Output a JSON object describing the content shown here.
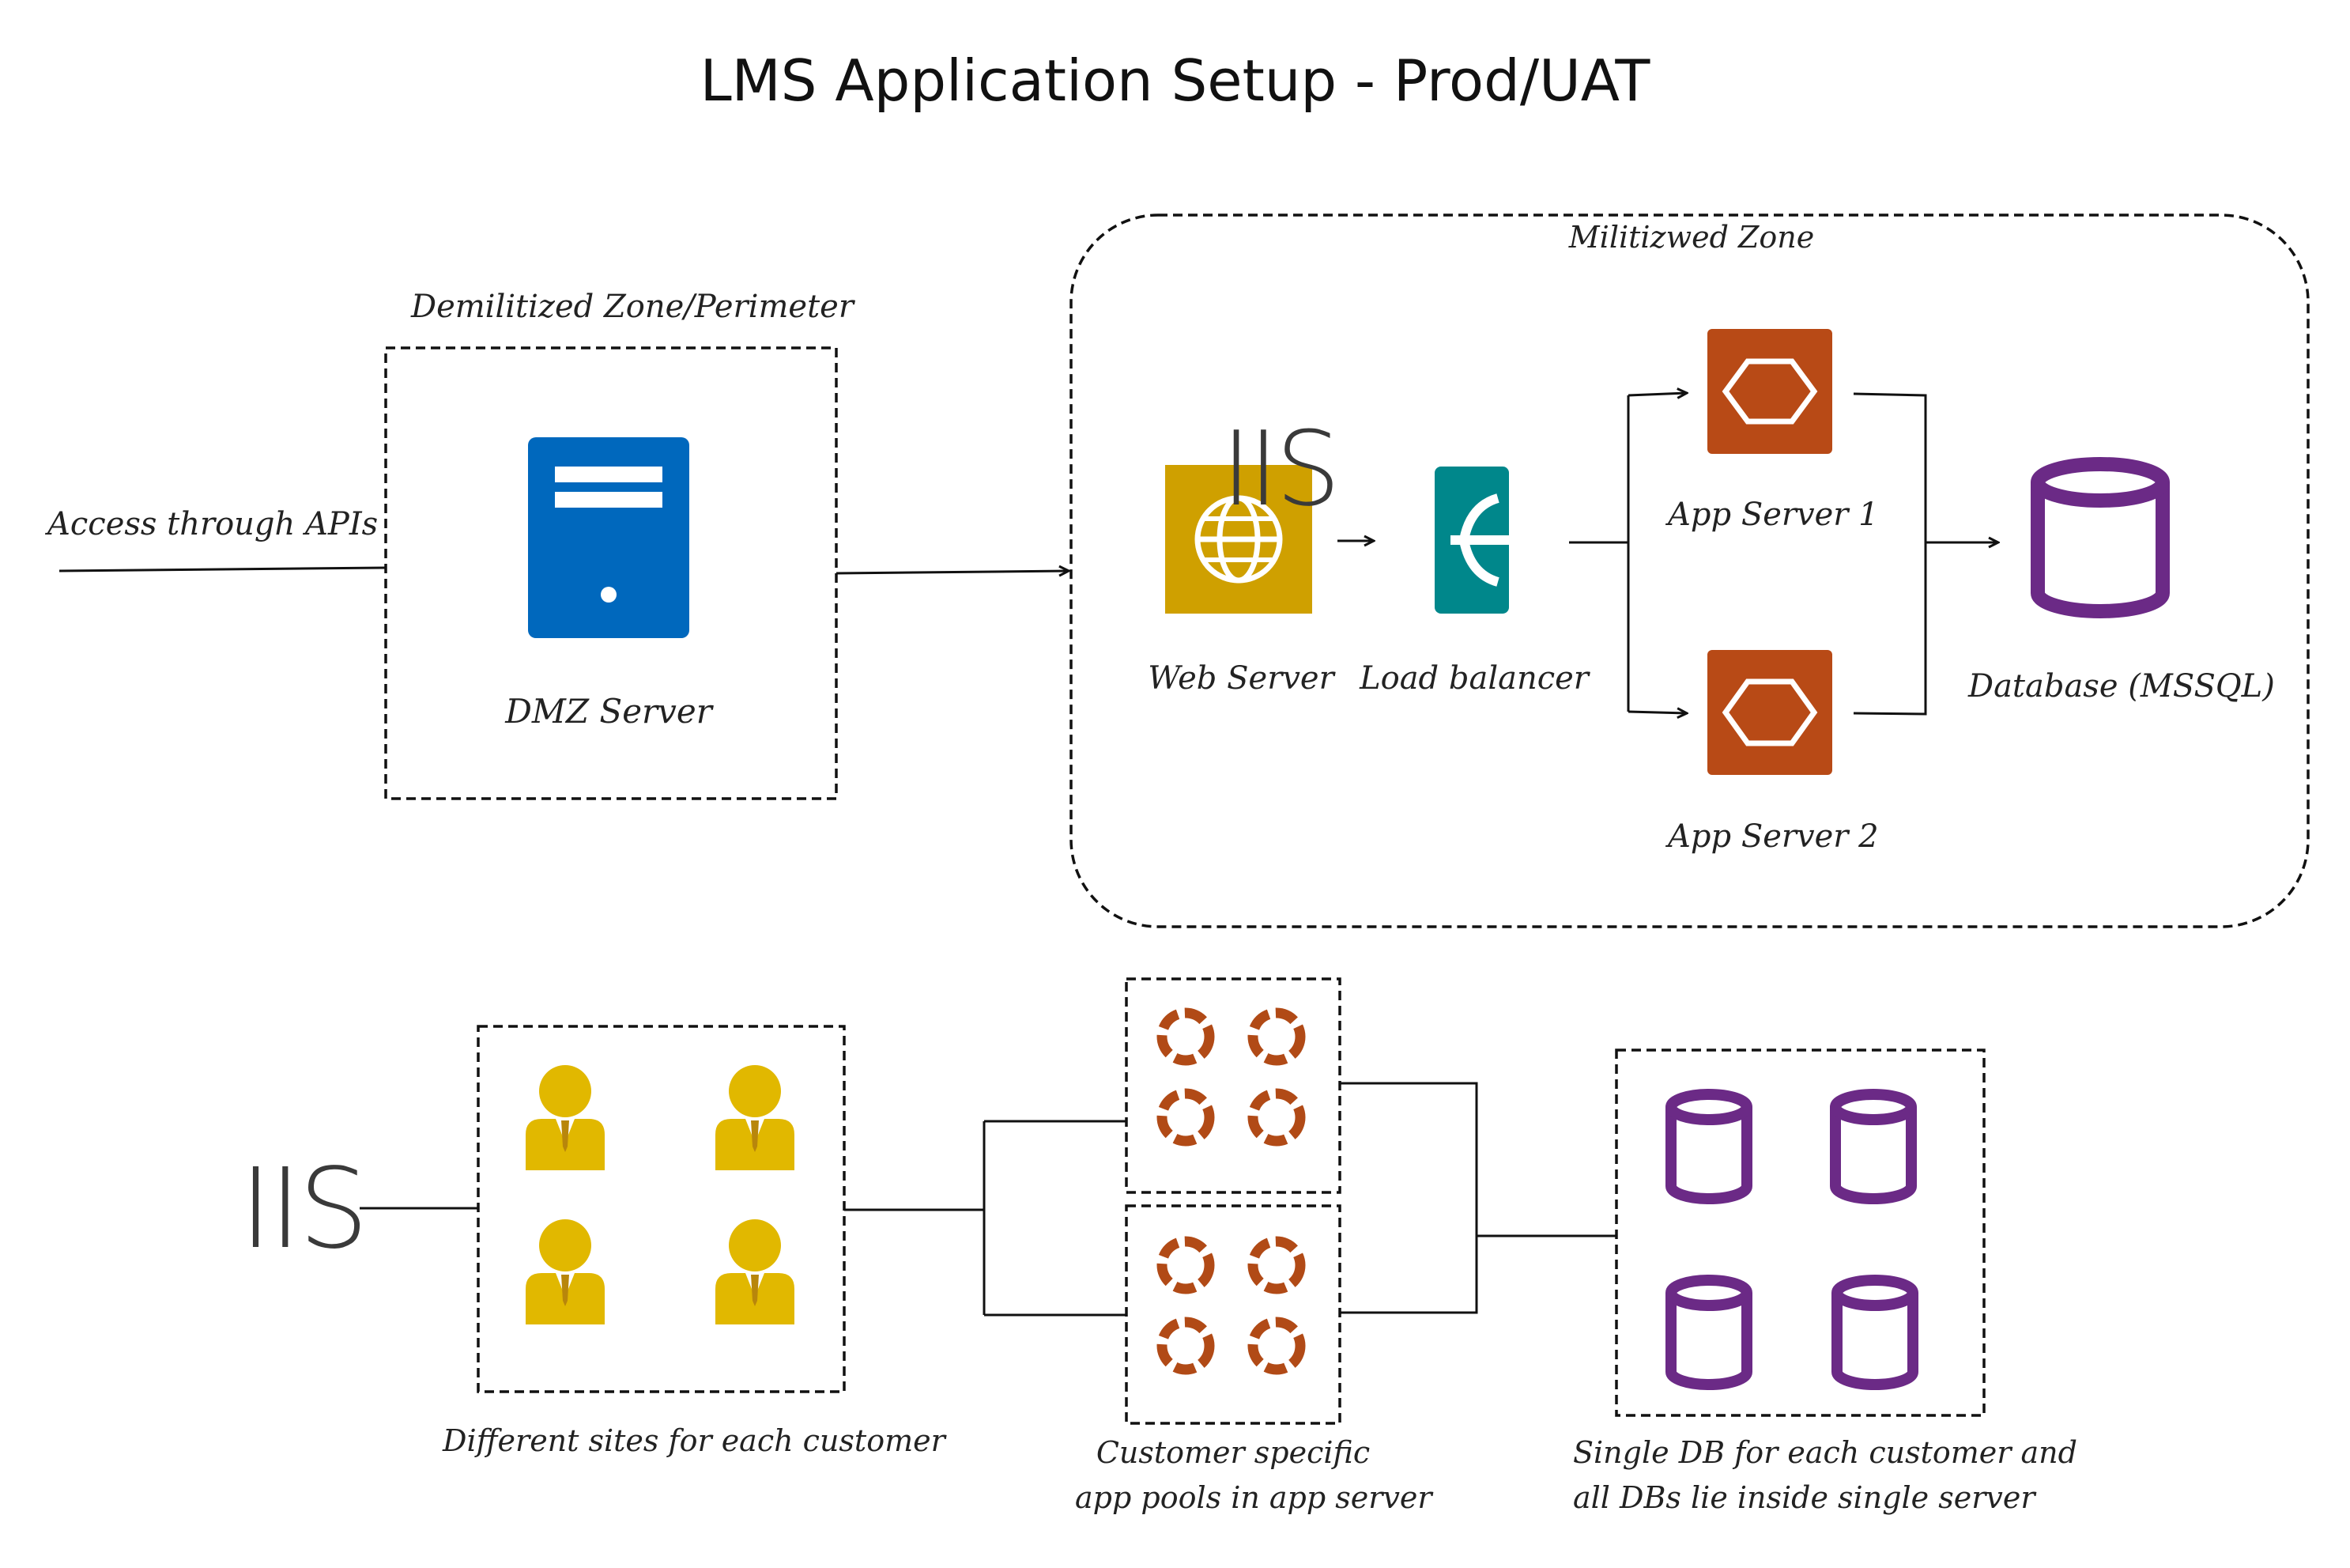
{
  "title": "LMS Application Setup - Prod/UAT",
  "labels": {
    "dmz_zone": "Demilitized Zone/Perimeter",
    "militarized_zone": "Militizwed Zone",
    "access_apis": "Access through APIs",
    "dmz_server": "DMZ Server",
    "web_server": "Web Server",
    "load_balancer": "Load balancer",
    "app_server_1": "App Server 1",
    "app_server_2": "App Server 2",
    "database": "Database (MSSQL)",
    "iis_top": "IIS",
    "iis_bottom": "IIS",
    "sites_caption": "Different sites for each customer",
    "pools_caption_1": "Customer specific",
    "pools_caption_2": "app pools in app server",
    "db_caption_1": "Single DB for each customer and",
    "db_caption_2": "all DBs lie inside single server"
  },
  "icons": {
    "dmz_server": "server-icon",
    "web_server": "globe-icon",
    "load_balancer": "load-balancer-icon",
    "app_server": "hexagon-icon",
    "database": "database-icon",
    "site": "user-icon",
    "app_pool": "app-pool-icon"
  },
  "colors": {
    "server_blue": "#0068bd",
    "web_gold": "#cfa000",
    "lb_teal": "#00878b",
    "app_orange": "#b84a16",
    "db_purple": "#6b2a86",
    "user_yellow": "#e1b800",
    "pool_orange": "#b14a16"
  }
}
